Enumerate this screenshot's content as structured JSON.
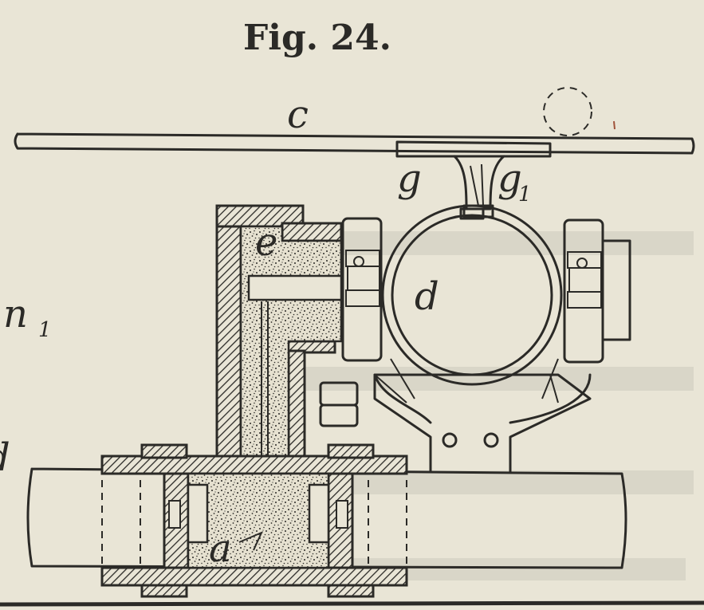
{
  "figure": {
    "title": "Fig. 24.",
    "labels": {
      "c": "c",
      "g": "g",
      "g1": "g",
      "g1_sub": "1",
      "d": "d",
      "e": "e",
      "a": "a",
      "n1": "n",
      "n1_sub": "1",
      "left_d": "d"
    }
  }
}
